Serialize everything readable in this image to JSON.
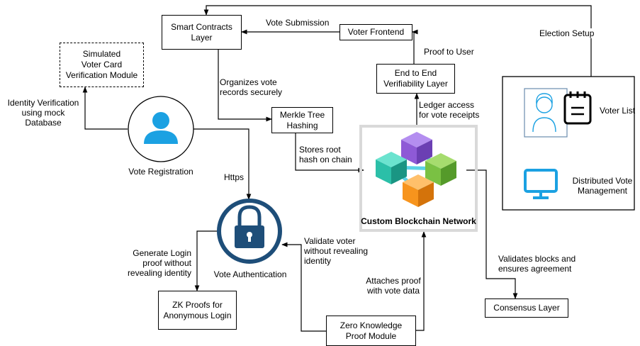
{
  "nodes": {
    "smart_contracts": "Smart Contracts\nLayer",
    "voter_frontend": "Voter Frontend",
    "simulated": "Simulated\nVoter Card\nVerification Module",
    "e2e": "End to End\nVerifiability Layer",
    "merkle": "Merkle Tree\nHashing",
    "zk_proofs": "ZK Proofs for\nAnonymous Login",
    "zk_module": "Zero Knowledge\nProof Module",
    "consensus": "Consensus Layer"
  },
  "labels": {
    "vote_registration": "Vote Registration",
    "vote_authentication": "Vote Authentication",
    "blockchain": "Custom Blockchain Network",
    "voter_list": "Voter List",
    "distributed": "Distributed Vote\nManagement"
  },
  "edges": {
    "vote_submission": "Vote Submission",
    "election_setup": "Election Setup",
    "proof_to_user": "Proof to User",
    "identity_verification": "Identity Verification\nusing mock\nDatabase",
    "organizes": "Organizes vote\nrecords securely",
    "ledger_access": "Ledger access\nfor vote receipts",
    "stores_root": "Stores root\nhash on chain",
    "https": "Https",
    "generate_login": "Generate Login\nproof without\nrevealing identity",
    "validate_voter": "Validate voter\nwithout revealing\nidentity",
    "attaches_proof": "Attaches proof\nwith vote data",
    "validates_blocks": "Validates blocks and\nensures agreement"
  },
  "colors": {
    "accent_blue": "#1ba1e2",
    "lock_navy": "#1e4e79",
    "cube_purple": "#8e5ad6",
    "cube_teal": "#2bbfa8",
    "cube_green": "#7ac143",
    "cube_orange": "#f7941d",
    "chain_cyan": "#5ad2e6",
    "panel_border": "#d9d9d9"
  },
  "icons": [
    "user-avatar-icon",
    "lock-icon",
    "blockchain-cubes-icon",
    "person-card-icon",
    "clipboard-icon",
    "monitor-icon"
  ]
}
